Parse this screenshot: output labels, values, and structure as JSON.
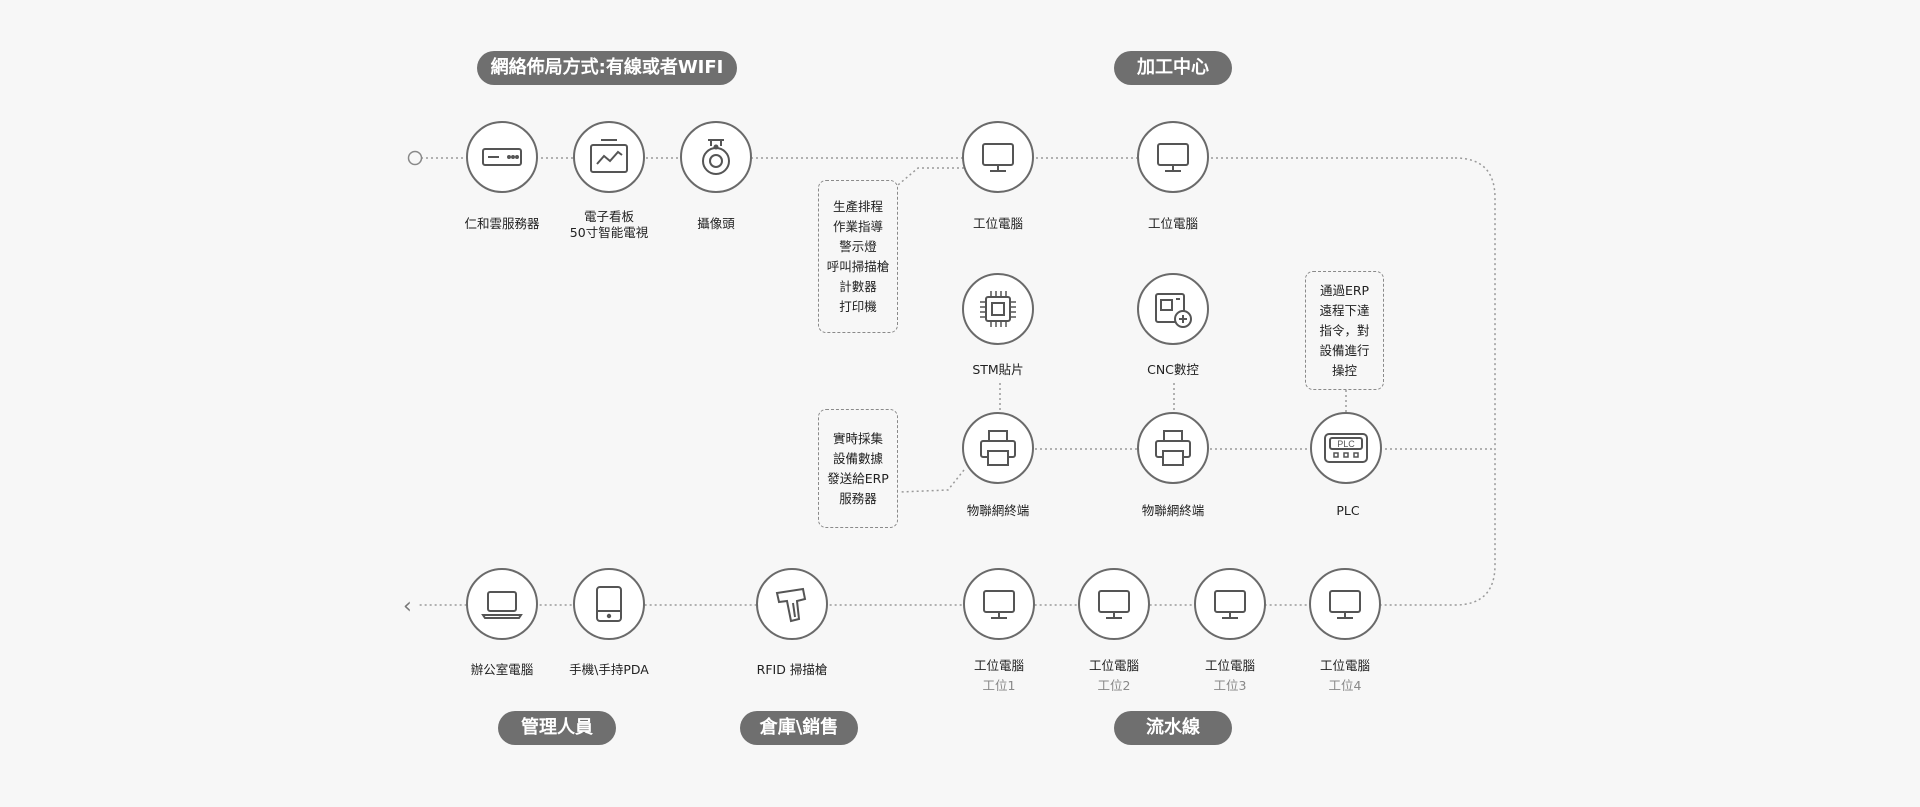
{
  "headers": {
    "network": "網絡佈局方式:有線或者WIFI",
    "machining": "加工中心",
    "management": "管理人員",
    "warehouse": "倉庫\\銷售",
    "assembly": "流水線"
  },
  "nodes": {
    "server": {
      "label": "仁和雲服務器",
      "icon": "server-icon"
    },
    "board": {
      "label_line1": "電子看板",
      "label_line2": "50寸智能電視",
      "icon": "tv-board-icon"
    },
    "camera": {
      "label": "攝像頭",
      "icon": "camera-icon"
    },
    "ws_a": {
      "label": "工位電腦",
      "icon": "monitor-icon"
    },
    "ws_b": {
      "label": "工位電腦",
      "icon": "monitor-icon"
    },
    "stm": {
      "label": "STM貼片",
      "icon": "chip-icon"
    },
    "cnc": {
      "label": "CNC數控",
      "icon": "cnc-icon"
    },
    "iot1": {
      "label": "物聯網終端",
      "icon": "printer-icon"
    },
    "iot2": {
      "label": "物聯網終端",
      "icon": "printer-icon"
    },
    "plc": {
      "label": "PLC",
      "icon": "plc-icon"
    },
    "office": {
      "label": "辦公室電腦",
      "icon": "laptop-icon"
    },
    "pda": {
      "label": "手機\\手持PDA",
      "icon": "tablet-icon"
    },
    "rfid": {
      "label": "RFID 掃描槍",
      "icon": "scanner-icon"
    },
    "line1": {
      "label": "工位電腦",
      "sub": "工位1",
      "icon": "monitor-icon"
    },
    "line2": {
      "label": "工位電腦",
      "sub": "工位2",
      "icon": "monitor-icon"
    },
    "line3": {
      "label": "工位電腦",
      "sub": "工位3",
      "icon": "monitor-icon"
    },
    "line4": {
      "label": "工位電腦",
      "sub": "工位4",
      "icon": "monitor-icon"
    }
  },
  "notes": {
    "functions": [
      "生產排程",
      "作業指導",
      "警示燈",
      "呼叫掃描槍",
      "計數器",
      "打印機"
    ],
    "collect": [
      "實時採集",
      "設備數據",
      "發送給ERP",
      "服務器"
    ],
    "erp": [
      "通過ERP",
      "遠程下達",
      "指令，對",
      "設備進行",
      "操控"
    ]
  },
  "colors": {
    "pill": "#6f6f6f",
    "line": "#9a9a9a",
    "node_border": "#6a6a6a",
    "icon": "#555555"
  }
}
